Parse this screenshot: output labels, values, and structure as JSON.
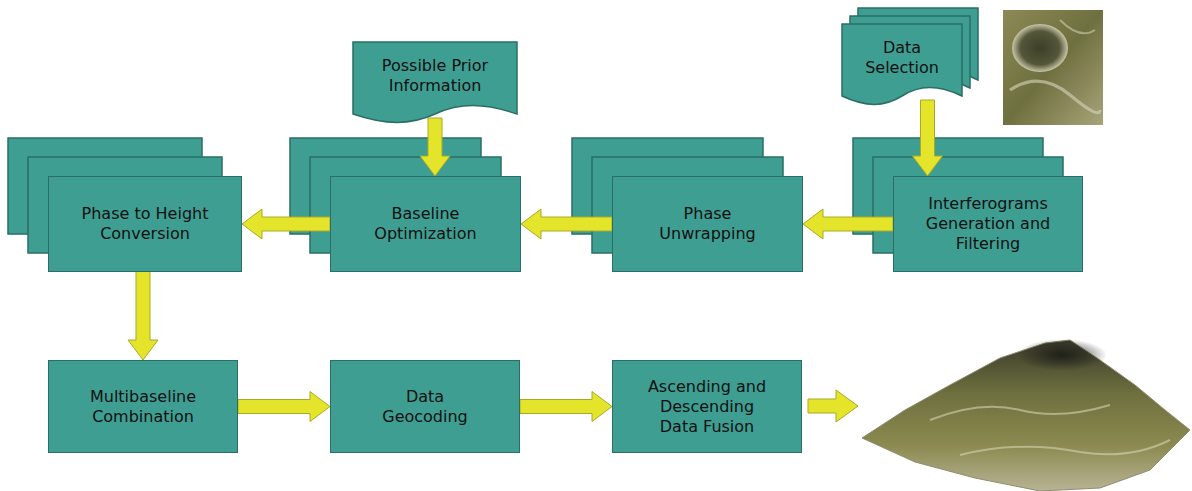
{
  "diagram": {
    "nodes": [
      {
        "text": [
          "Possible Prior Information"
        ]
      },
      {
        "text": [
          "Data Selection"
        ]
      },
      {
        "text": [
          "Phase to Height Conversion"
        ]
      },
      {
        "text": [
          "Baseline Optimization"
        ]
      },
      {
        "text": [
          "Phase Unwrapping"
        ]
      },
      {
        "text": [
          "Interferograms Generation and Filtering"
        ]
      },
      {
        "text": [
          "Multibaseline Combination"
        ]
      },
      {
        "text": [
          "Data Geocoding"
        ]
      },
      {
        "text": [
          "Ascending and Descending Data Fusion"
        ]
      }
    ],
    "edges": [
      {
        "from": 1,
        "to": 5,
        "arrow": "to"
      },
      {
        "from": 0,
        "to": 3,
        "arrow": "to"
      },
      {
        "from": 5,
        "to": 4,
        "arrow": "to"
      },
      {
        "from": 4,
        "to": 3,
        "arrow": "to"
      },
      {
        "from": 3,
        "to": 2,
        "arrow": "to"
      },
      {
        "from": 2,
        "to": 6,
        "arrow": "to"
      },
      {
        "from": 6,
        "to": 7,
        "arrow": "to"
      },
      {
        "from": 7,
        "to": 8,
        "arrow": "to"
      }
    ]
  }
}
